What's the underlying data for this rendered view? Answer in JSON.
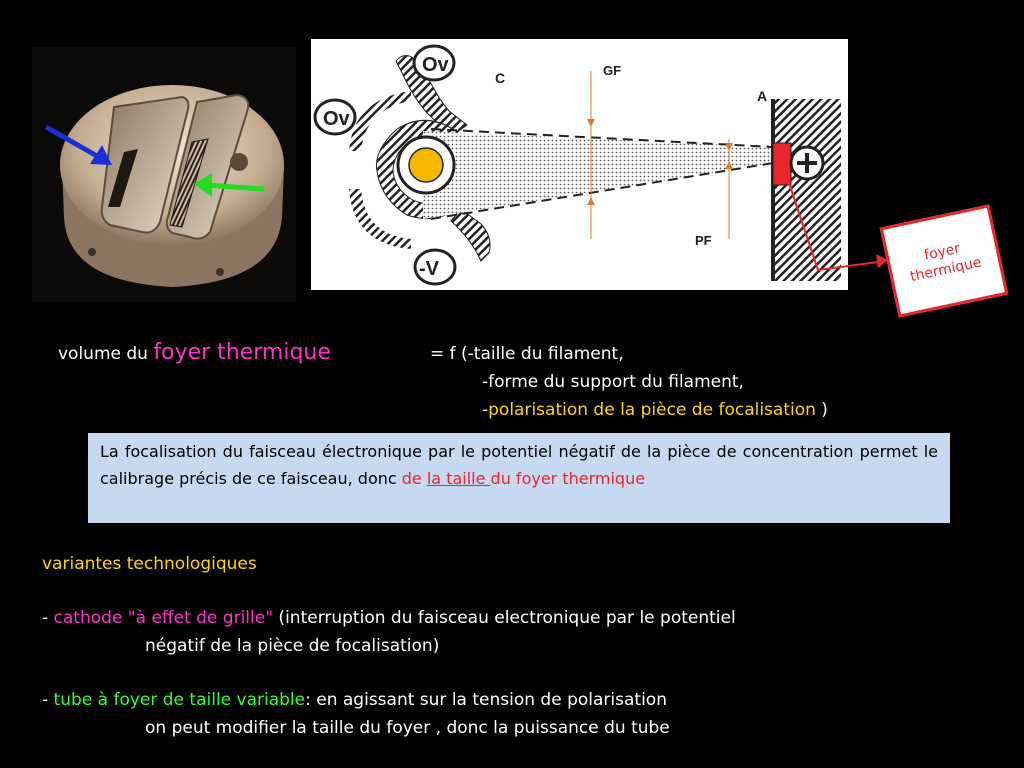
{
  "diagram": {
    "labels": {
      "ov_top": "Ov",
      "ov_left": "Ov",
      "neg_v": "-V",
      "c": "C",
      "gf": "GF",
      "pf": "PF",
      "a": "A",
      "plus": "+"
    }
  },
  "callout": {
    "line1": "foyer",
    "line2": "thermique"
  },
  "formula": {
    "prefix": "volume du",
    "highlight": "foyer thermique",
    "eq": "= f (-taille du filament,",
    "line2": "-forme du support du filament,",
    "line3_dash": "-",
    "line3_highlight": "polarisation de la pièce de focalisation",
    "line3_end": " )"
  },
  "info": {
    "text": "La focalisation du faisceau électronique par le potentiel négatif de la pièce de concentration permet le calibrage précis  de ce  faisceau, donc ",
    "red1": "de ",
    "red2": "la taille ",
    "red3": "du foyer thermique"
  },
  "variants": {
    "title": "variantes technologiques",
    "item1": {
      "dash": "- ",
      "highlight": "cathode \"à effet de grille\"",
      "text": " (interruption du faisceau electronique par le potentiel",
      "cont": "négatif de la pièce de focalisation)"
    },
    "item2": {
      "dash": "- ",
      "highlight": "tube à foyer de taille variable",
      "text": ": en agissant sur la tension de polarisation",
      "cont": "on peut modifier la taille du foyer , donc la puissance du tube"
    }
  },
  "colors": {
    "background": "#000000",
    "pink": "#ff33cc",
    "yellow": "#ffd700",
    "green": "#33ff33",
    "red": "#e8262c",
    "info_box": "#c6d9f1"
  }
}
